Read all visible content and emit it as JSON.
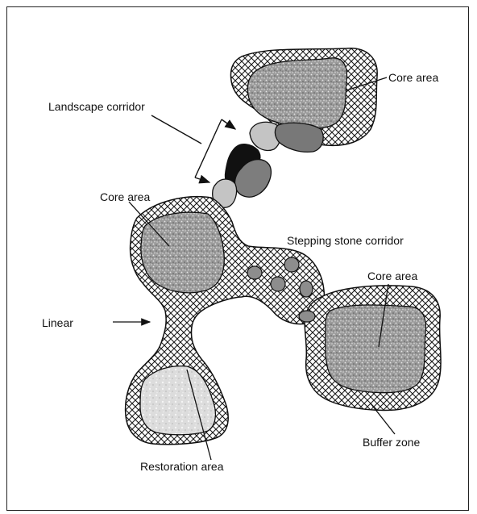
{
  "labels": {
    "core_top": "Core area",
    "landscape_corridor": "Landscape corridor",
    "core_left": "Core area",
    "stepping_stone": "Stepping stone corridor",
    "core_right": "Core area",
    "linear": "Linear",
    "buffer_zone": "Buffer zone",
    "restoration": "Restoration area"
  },
  "colors": {
    "outline": "#111111",
    "hatch": "#1a1a1a",
    "core_fill": "#9a9a9a",
    "restoration_fill": "#dcdcdc",
    "corridor_light": "#c2c2c2",
    "corridor_mid": "#7a7a7a",
    "corridor_dark": "#111111"
  }
}
